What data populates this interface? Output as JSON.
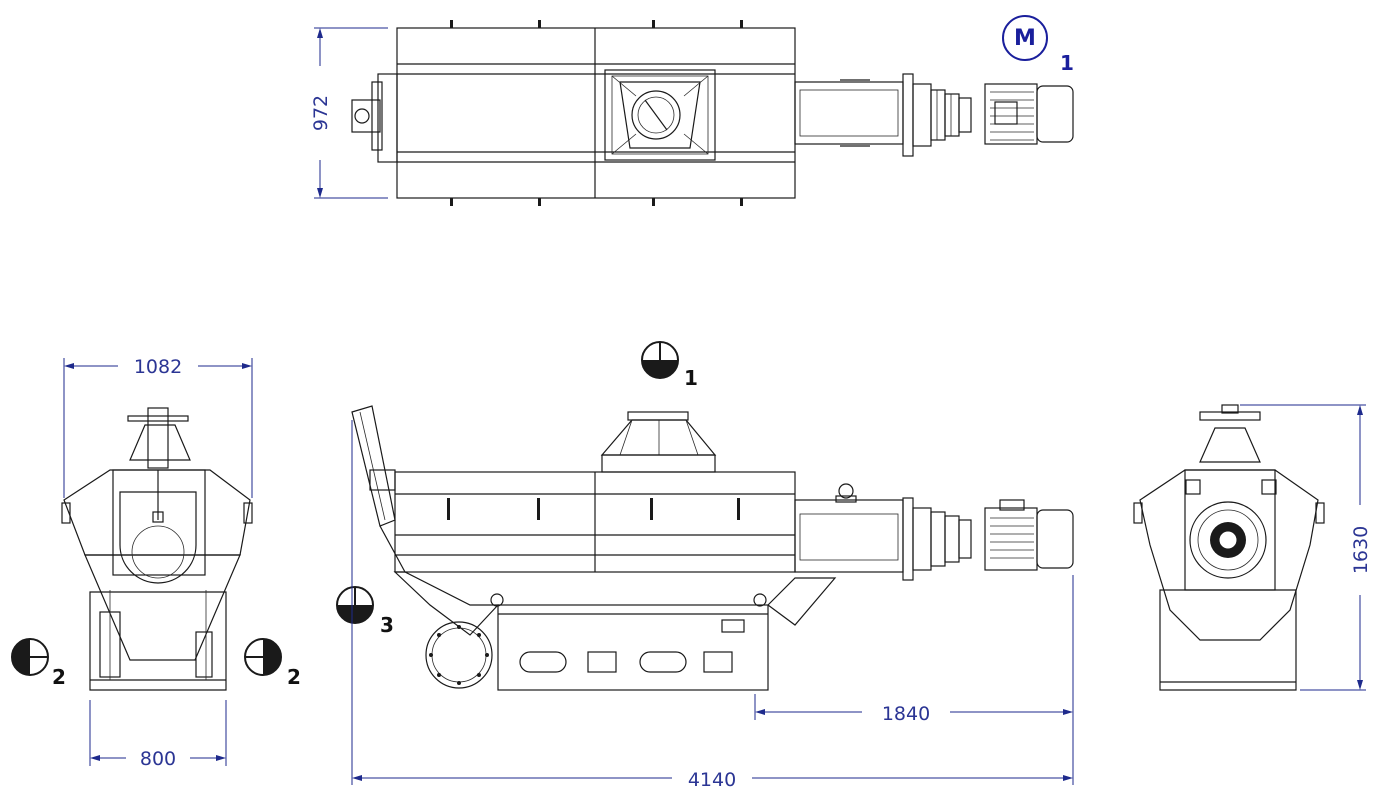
{
  "dimensions": {
    "top_width": "972",
    "side_width": "1082",
    "base_width": "800",
    "drive_length": "1840",
    "overall_length": "4140",
    "overall_height": "1630"
  },
  "callouts": {
    "motor_letter": "M",
    "motor_index": "1",
    "inlet_index": "1",
    "side_left_index": "2",
    "side_right_index": "2",
    "outlet_index": "3"
  },
  "colors": {
    "linework": "#1a1a1a",
    "dimension": "#1e2a8c",
    "callout": "#1a1f9c"
  }
}
